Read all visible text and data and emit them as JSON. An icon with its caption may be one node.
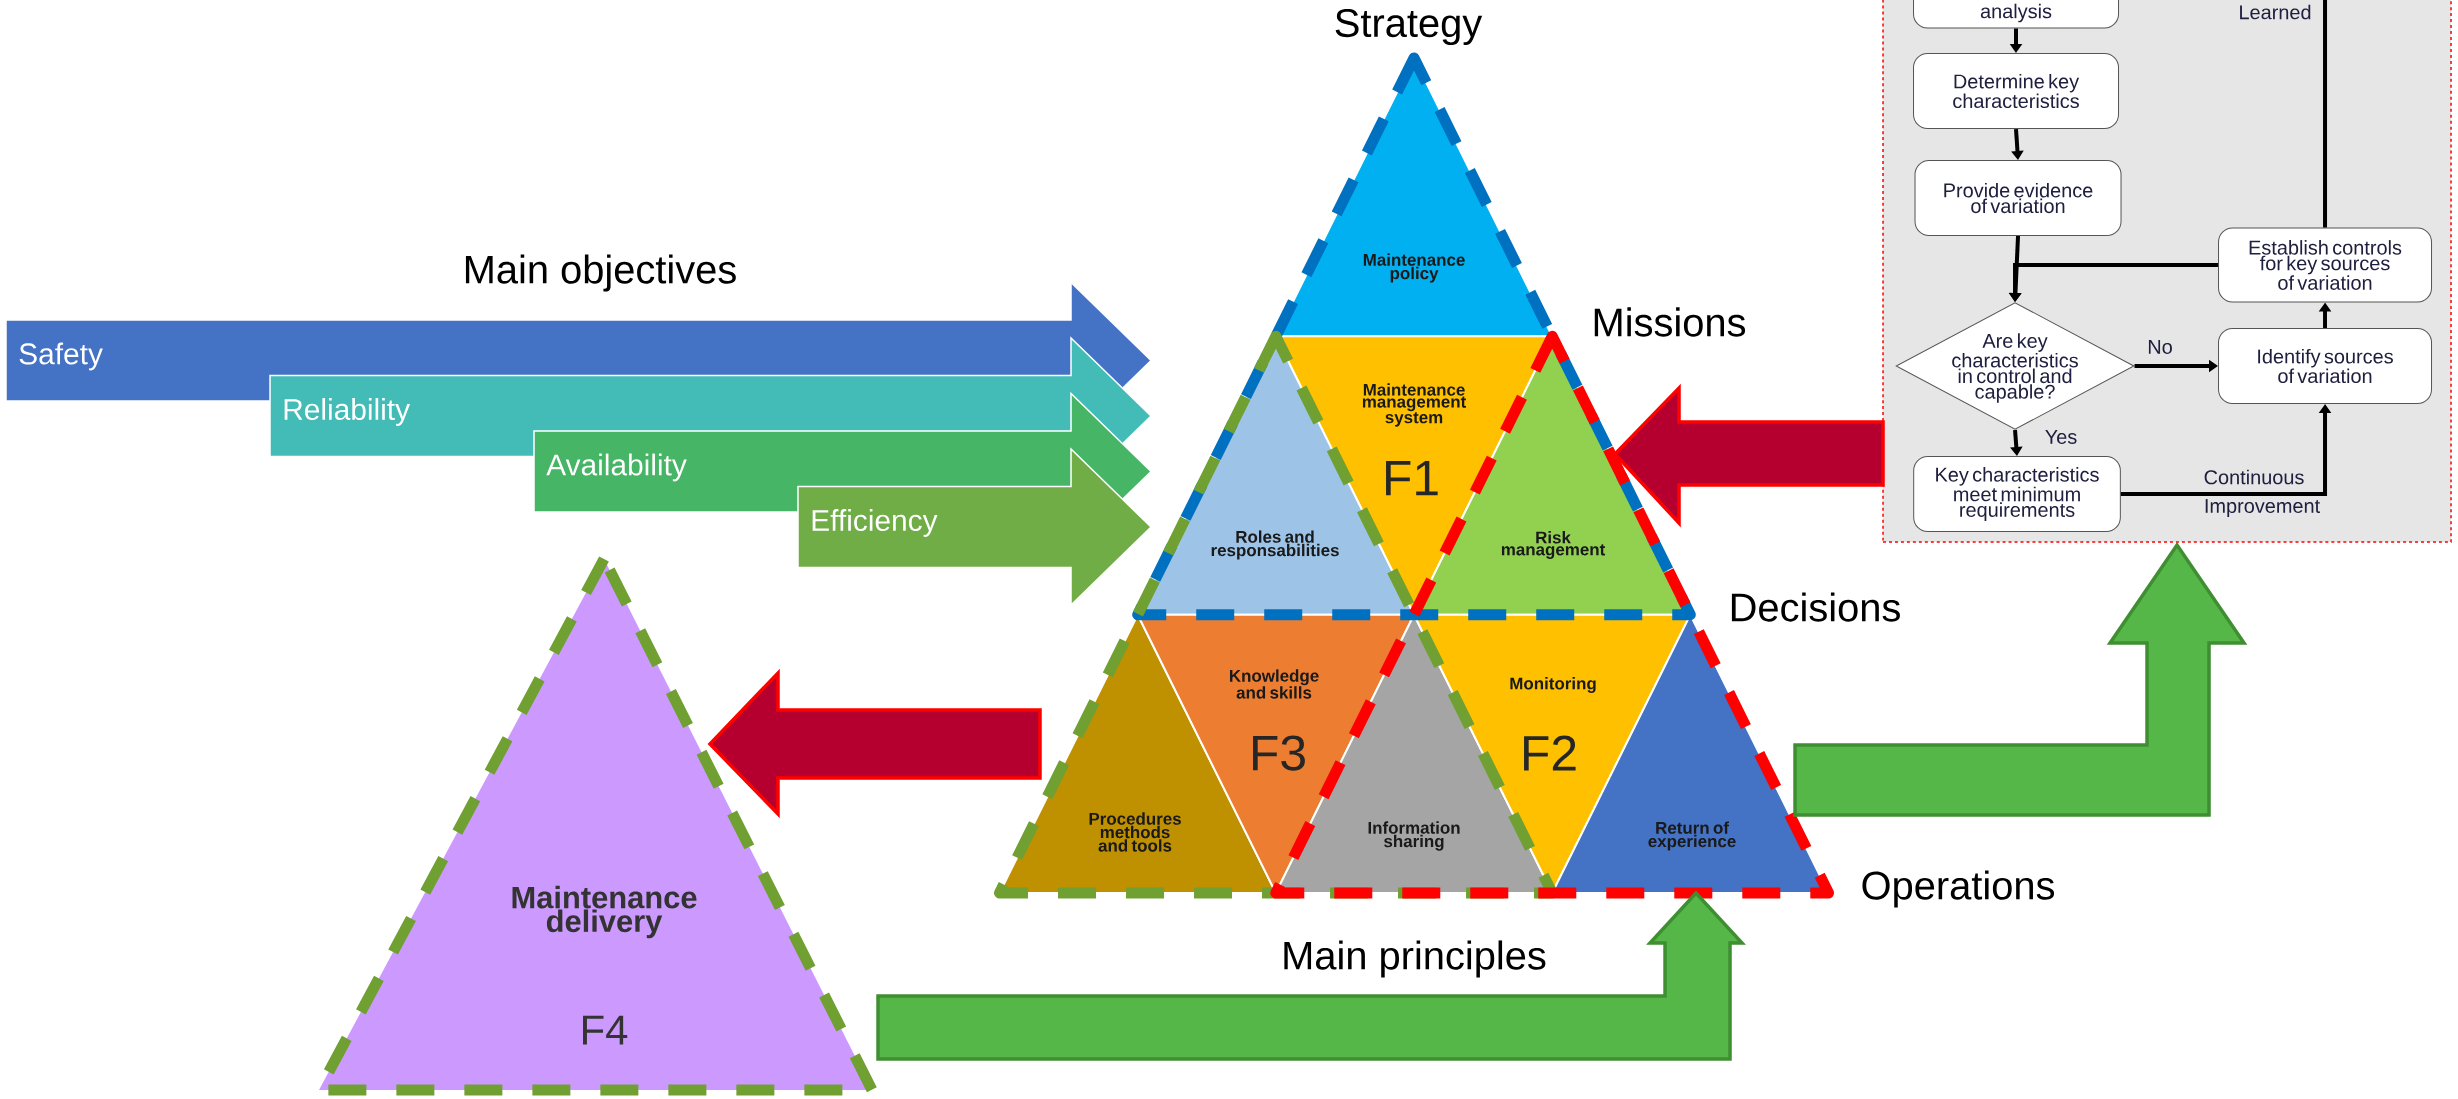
{
  "diagram": {
    "nodes": [
      {
        "text": [
          "Safety"
        ]
      },
      {
        "text": [
          "Reliability"
        ]
      },
      {
        "text": [
          "Availability"
        ]
      },
      {
        "text": [
          "Efficiency"
        ]
      },
      {
        "text": [
          "Maintenance policy"
        ]
      },
      {
        "text": [
          "Maintenance management system",
          "F1"
        ]
      },
      {
        "text": [
          "Roles and responsabilities"
        ]
      },
      {
        "text": [
          "Risk management"
        ]
      },
      {
        "text": [
          "Procedures methods and tools"
        ]
      },
      {
        "text": [
          "Knowledge and skills",
          "F3"
        ]
      },
      {
        "text": [
          "Information sharing"
        ]
      },
      {
        "text": [
          "Monitoring",
          "F2"
        ]
      },
      {
        "text": [
          "Return of experience"
        ]
      },
      {
        "text": [
          "Maintenance delivery",
          "F4"
        ]
      },
      {
        "text": [],
        "shape": "box"
      },
      {
        "text": [
          "analysis"
        ],
        "in": 14
      },
      {
        "text": [
          "Determine key characteristics"
        ],
        "in": 14
      },
      {
        "text": [
          "Provide evidence of variation"
        ],
        "in": 14
      },
      {
        "text": [
          "Are key characteristics in control and capable?"
        ],
        "in": 14
      },
      {
        "text": [
          "Establish controls for key sources of variation"
        ],
        "in": 14
      },
      {
        "text": [
          "Identify sources of variation"
        ],
        "in": 14
      },
      {
        "text": [
          "Key characteristics meet minimum requirements"
        ],
        "in": 14
      }
    ],
    "edges": [
      {
        "from": 14,
        "to": 7,
        "arrow": "to",
        "color": "#b5002f"
      },
      {
        "from": 8,
        "to": 13,
        "arrow": "to",
        "color": "#b5002f"
      },
      {
        "from": 13,
        "to": 12,
        "arrow": "to",
        "color": "#55b748",
        "label": "Main principles"
      },
      {
        "from": 12,
        "to": 14,
        "arrow": "to",
        "color": "#55b748"
      },
      {
        "from": 15,
        "to": 16,
        "arrow": "to"
      },
      {
        "from": 16,
        "to": 17,
        "arrow": "to"
      },
      {
        "from": 17,
        "to": 18,
        "arrow": "to"
      },
      {
        "from": 19,
        "to": 18,
        "arrow": "to"
      },
      {
        "from": 18,
        "to": 20,
        "arrow": "to",
        "label": "No"
      },
      {
        "from": 18,
        "to": 21,
        "arrow": "to",
        "label": "Yes"
      },
      {
        "from": 21,
        "to": 20,
        "arrow": "to"
      },
      {
        "from": 20,
        "to": 19,
        "arrow": "to"
      },
      {
        "from": 19,
        "to": null,
        "arrow": "none"
      }
    ],
    "labels": [
      "Strategy",
      "Main objectives",
      "Missions",
      "Decisions",
      "Operations",
      "Learned",
      "Continuous",
      "Improvement"
    ]
  }
}
